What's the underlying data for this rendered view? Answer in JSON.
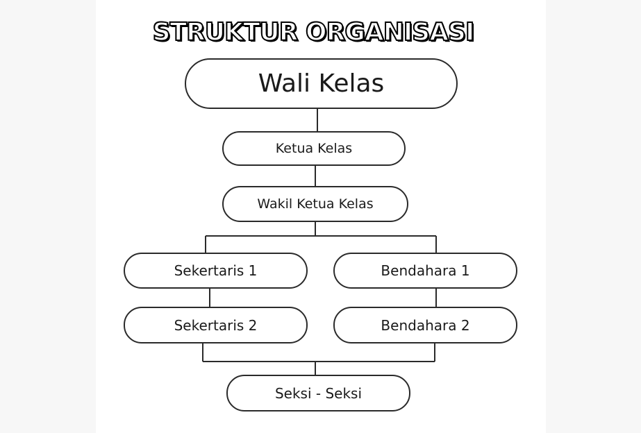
{
  "title": "STRUKTUR ORGANISASI",
  "nodes": {
    "wali_kelas": "Wali Kelas",
    "ketua_kelas": "Ketua Kelas",
    "wakil_ketua_kelas": "Wakil Ketua Kelas",
    "sekertaris_1": "Sekertaris 1",
    "bendahara_1": "Bendahara 1",
    "sekertaris_2": "Sekertaris 2",
    "bendahara_2": "Bendahara 2",
    "seksi_seksi": "Seksi - Seksi"
  },
  "edges": [
    [
      "wali_kelas",
      "ketua_kelas"
    ],
    [
      "ketua_kelas",
      "wakil_ketua_kelas"
    ],
    [
      "wakil_ketua_kelas",
      "sekertaris_1"
    ],
    [
      "wakil_ketua_kelas",
      "bendahara_1"
    ],
    [
      "sekertaris_1",
      "sekertaris_2"
    ],
    [
      "bendahara_1",
      "bendahara_2"
    ],
    [
      "sekertaris_2",
      "seksi_seksi"
    ],
    [
      "bendahara_2",
      "seksi_seksi"
    ]
  ]
}
